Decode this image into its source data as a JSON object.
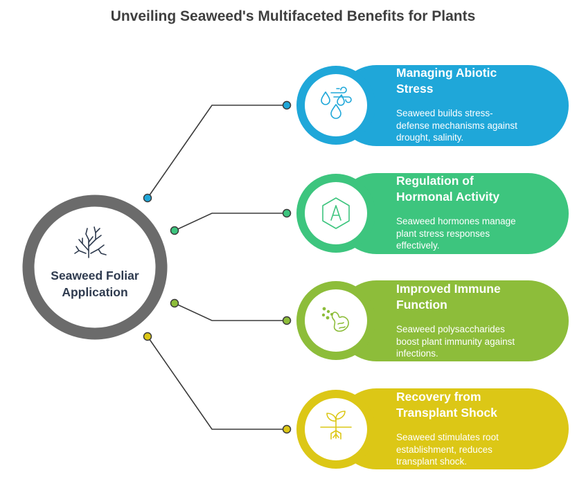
{
  "title": "Unveiling Seaweed's Multifaceted Benefits for Plants",
  "center": {
    "label_line1": "Seaweed Foliar",
    "label_line2": "Application",
    "icon": "seaweed-branch-icon"
  },
  "benefits": [
    {
      "title_line1": "Managing Abiotic",
      "title_line2": "Stress",
      "desc_line1": "Seaweed builds stress-",
      "desc_line2": "defense mechanisms against",
      "desc_line3": "drought, salinity.",
      "icon": "water-drops-wind-icon",
      "color": "#1fa7d9"
    },
    {
      "title_line1": "Regulation of",
      "title_line2": "Hormonal Activity",
      "desc_line1": "Seaweed hormones manage",
      "desc_line2": "plant stress responses",
      "desc_line3": "effectively.",
      "icon": "hexagon-a-icon",
      "color": "#3dc57e"
    },
    {
      "title_line1": "Improved Immune",
      "title_line2": "Function",
      "desc_line1": "Seaweed polysaccharides",
      "desc_line2": "boost plant immunity against",
      "desc_line3": "infections.",
      "icon": "bacteria-cell-icon",
      "color": "#8dbd3a"
    },
    {
      "title_line1": "Recovery from",
      "title_line2": "Transplant Shock",
      "desc_line1": "Seaweed stimulates root",
      "desc_line2": "establishment, reduces",
      "desc_line3": "transplant shock.",
      "icon": "sprout-roots-icon",
      "color": "#dcc716"
    }
  ],
  "colors": {
    "hub_ring": "#6b6b6b",
    "connector": "#3a3a3a",
    "title_text": "#3f3f3f",
    "center_text": "#2f3b4f"
  }
}
